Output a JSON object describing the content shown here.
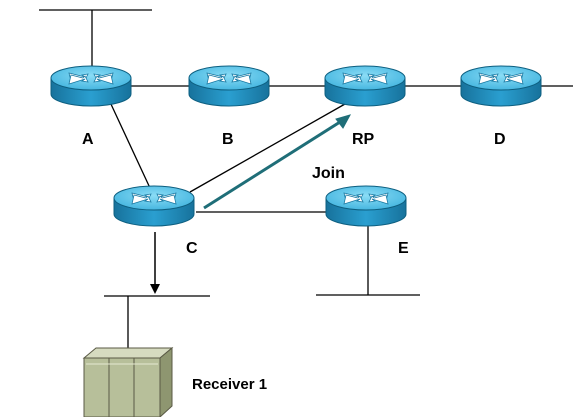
{
  "routers": [
    {
      "id": "A",
      "label": "A"
    },
    {
      "id": "B",
      "label": "B"
    },
    {
      "id": "RP",
      "label": "RP"
    },
    {
      "id": "D",
      "label": "D"
    },
    {
      "id": "C",
      "label": "C"
    },
    {
      "id": "E",
      "label": "E"
    }
  ],
  "annotations": {
    "join_label": "Join",
    "receiver_label": "Receiver 1"
  },
  "colors": {
    "router_top": "#5cc4e6",
    "router_side": "#1f8ab8",
    "link": "#000000",
    "join_arrow": "#1f6e78",
    "server": "#b7bf9a"
  }
}
